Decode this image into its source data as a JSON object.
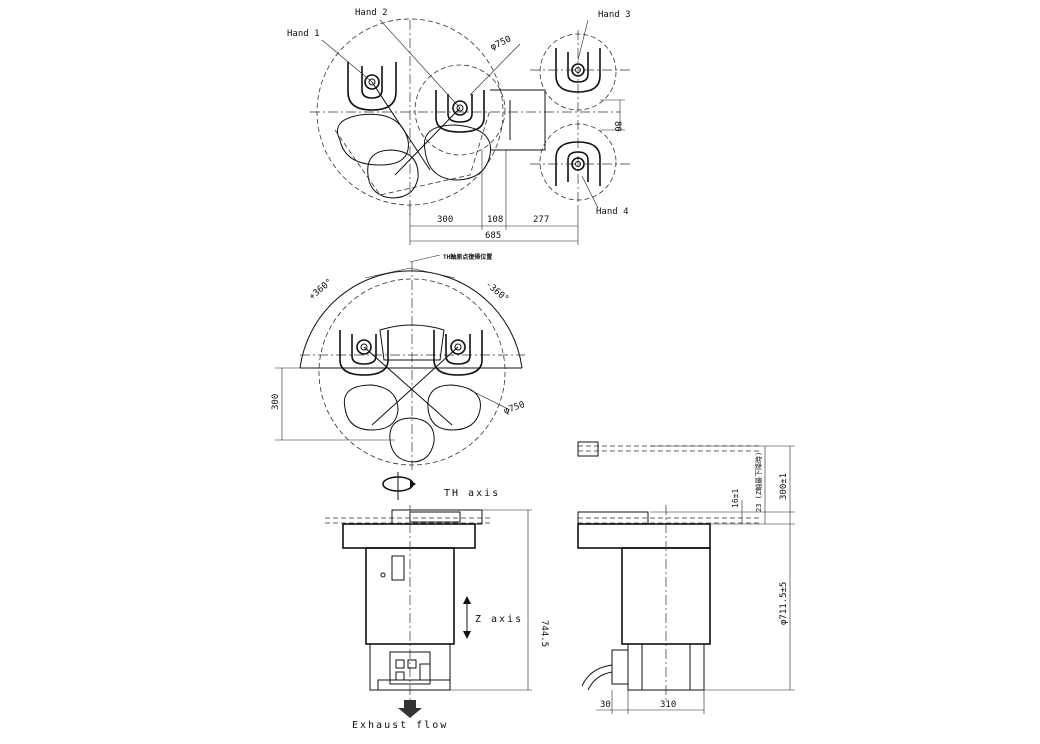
{
  "labels": {
    "hand1": "Hand 1",
    "hand2": "Hand 2",
    "hand3": "Hand 3",
    "hand4": "Hand 4",
    "dia_top": "φ750",
    "dia_mid": "φ750",
    "th_axis": "TH axis",
    "z_axis": "Z axis",
    "exhaust": "Exhaust flow",
    "rot_plus": "+360°",
    "rot_minus": "-360°",
    "th_origin": "TH軸原点復帰位置",
    "stroke_note": "23 (Z軸最下降時)"
  },
  "dims": {
    "d300": "300",
    "d108": "108",
    "d277": "277",
    "d685": "685",
    "d80": "80",
    "d300v": "300",
    "d744": "744.5",
    "d16": "16±1",
    "d300z": "300±1",
    "d711": "φ711.5±5",
    "d30": "30",
    "d310": "310"
  }
}
